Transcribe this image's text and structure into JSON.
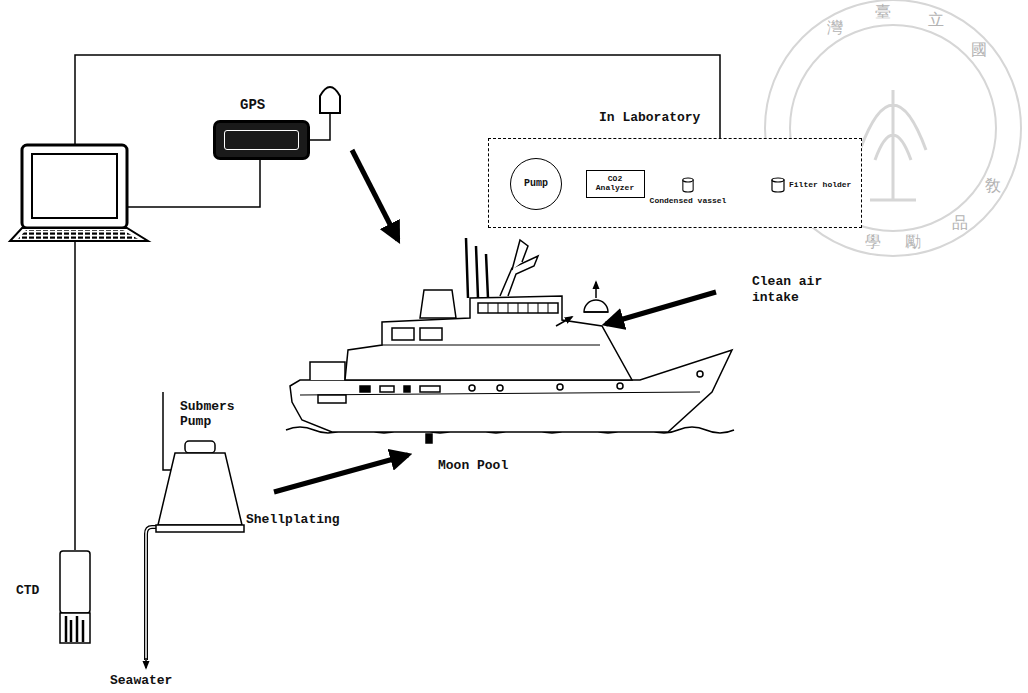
{
  "diagram": {
    "nodes": [
      {
        "text": [
          "GPS"
        ]
      },
      {
        "text": [
          "In Laboratory"
        ]
      },
      {
        "text": [
          "Pump"
        ],
        "in": 1
      },
      {
        "text": [
          "CO2 Analyzer"
        ],
        "in": 1
      },
      {
        "text": [
          "Condensed vassel"
        ],
        "in": 1
      },
      {
        "text": [
          "Filter holder"
        ],
        "in": 1
      },
      {
        "text": [
          "Submers Pump"
        ]
      },
      {
        "text": [
          "CTD"
        ]
      }
    ],
    "edges": [
      {
        "from": 2,
        "to": 3,
        "arrow": "none"
      },
      {
        "from": 3,
        "to": 4,
        "arrow": "none"
      },
      {
        "from": 4,
        "to": 5,
        "arrow": "none"
      }
    ],
    "labels": [
      "Clean air intake",
      "Moon Pool",
      "Shellplating",
      "Seawater",
      "灣",
      "臺",
      "立",
      "國",
      "敎",
      "品",
      "勵",
      "學"
    ]
  }
}
